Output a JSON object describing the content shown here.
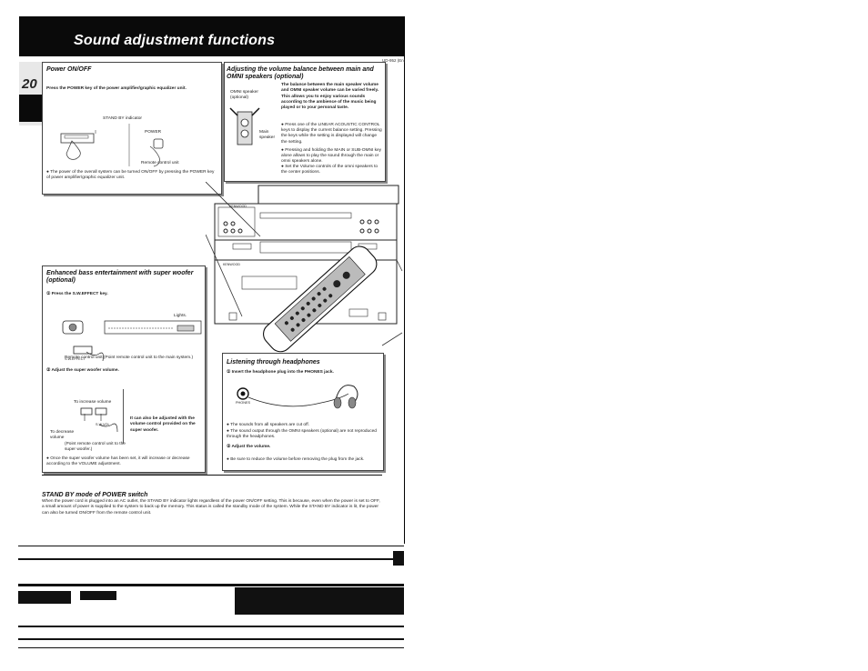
{
  "header": {
    "title": "Sound adjustment functions",
    "model": "UD-952 (En)",
    "page_number": "20"
  },
  "power": {
    "title": "Power ON/OFF",
    "instruction": "Press the POWER key of the power amplifier/graphic equalizer unit.",
    "standby_label": "STAND BY indicator",
    "key_label": "POWER",
    "remote_label": "Remote control unit",
    "bullet_text": "The power of the overall system can be turned ON/OFF by pressing the POWER key of power amplifier/graphic equalizer unit."
  },
  "balance": {
    "title": "Adjusting the volume balance between main and OMNI speakers (optional)",
    "omni_label": "OMNI speaker (optional)",
    "main_label": "Main speaker",
    "intro": "The balance between the main speaker volume and OMNI speaker volume can be varied freely. This allows you to enjoy various sounds according to the ambience of the music being played or to your personal taste.",
    "bullets": [
      "Press one of the LINEAR ACOUSTIC CONTROL keys to display the current balance setting. Pressing the keys while the setting is displayed will change the setting.",
      "Pressing and holding the MAIN or SUB-OMNI key alone allows to play the sound through the main or omni speakers alone.",
      "Set the Volume controls of the omni speakers to the center positions."
    ]
  },
  "woofer": {
    "title": "Enhanced bass entertainment with super woofer (optional)",
    "step1": "① Press the S.W.EFFECT key.",
    "lights_label": "Lights.",
    "remote_note": "Remote control unit (Point remote control unit to the main system.)",
    "step2": "② Adjust the super woofer volume.",
    "increase_label": "To increase volume",
    "decrease_label": "To decrease volume",
    "point_note": "(Point remote control unit to the super woofer.)",
    "side_note": "It can also be adjusted with the volume control provided on the super woofer.",
    "bullet_text": "Once the super woofer volume has been set, it will increase or decrease according to the VOLUME adjustment.",
    "key_label": "S.W.VOL"
  },
  "headphones": {
    "title": "Listening through headphones",
    "step1": "① Insert the headphone plug into the PHONES jack.",
    "phones_label": "PHONES",
    "bullets": [
      "The sounds from all speakers are cut off.",
      "The sound output through the OMNI speakers (optional) are not reproduced through the headphones."
    ],
    "step2": "② Adjust the volume.",
    "bullet_final": "Be sure to reduce the volume before removing the plug from the jack."
  },
  "standby": {
    "title": "STAND BY mode of POWER switch",
    "text": "When the power cord is plugged into an AC outlet, the STAND BY indicator lights regardless of the power ON/OFF setting. This is because, even when the power is set to OFF, a small amount of power is supplied to the system to back up the memory. This status is called the standby mode of the system. While the STAND BY indicator is lit, the power can also be turned ON/OFF from the remote control unit."
  },
  "device": {
    "brand": "KENWOOD"
  }
}
